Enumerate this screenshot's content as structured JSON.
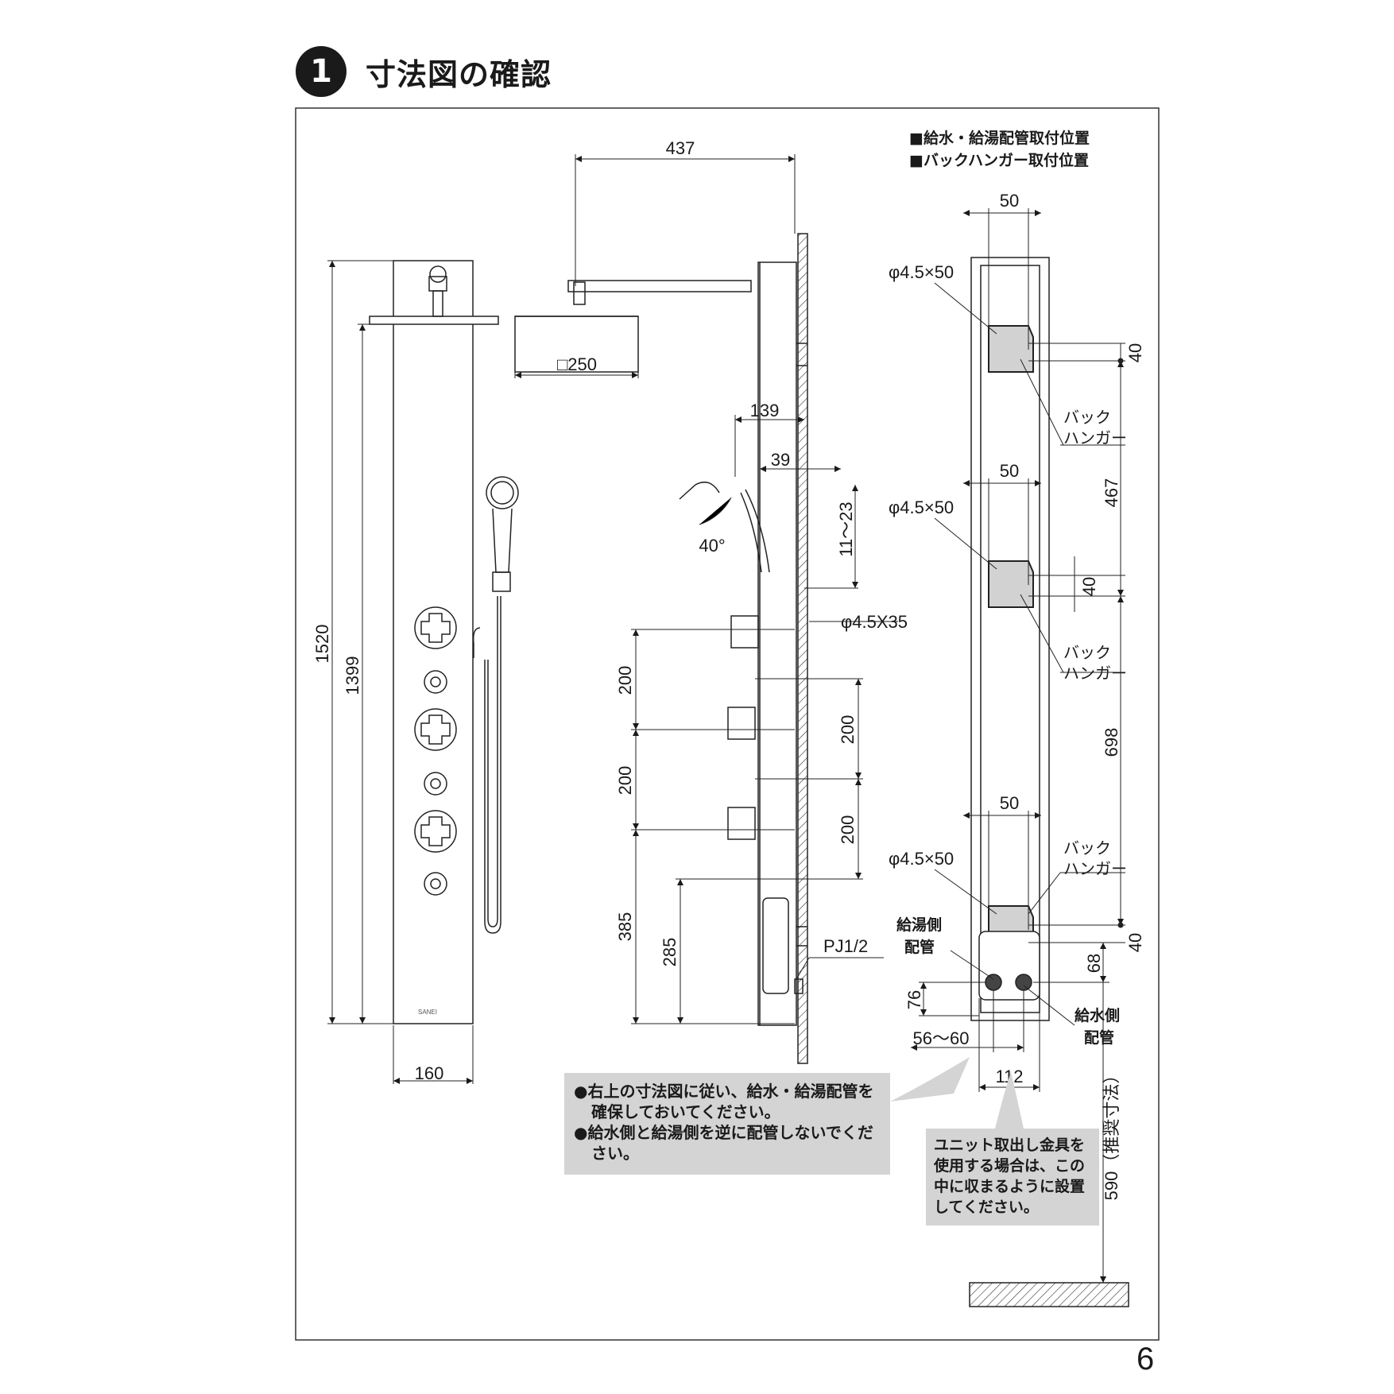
{
  "header": {
    "step_number": "1",
    "title": "寸法図の確認"
  },
  "legend": {
    "item1": "■給水・給湯配管取付位置",
    "item2": "■バックハンガー取付位置"
  },
  "front_view": {
    "height_total": "1520",
    "height_head": "1399",
    "width": "160",
    "brand": "SANEI"
  },
  "side_view": {
    "arm_length": "437",
    "head_size": "□250",
    "offset_139": "139",
    "offset_39": "39",
    "angle": "40°",
    "range": "11～23",
    "screw": "φ4.5X35",
    "spacing_left_1": "200",
    "spacing_left_2": "200",
    "bottom_385": "385",
    "bottom_285": "285",
    "spacing_right_1": "200",
    "spacing_right_2": "200",
    "pipe": "PJ1/2"
  },
  "mount_view": {
    "width_50_a": "50",
    "width_50_b": "50",
    "width_50_c": "50",
    "screw_a": "φ4.5×50",
    "screw_b": "φ4.5×50",
    "screw_c": "φ4.5×50",
    "hanger_height_a": "40",
    "hanger_height_b": "40",
    "hanger_height_c": "40",
    "gap_467": "467",
    "gap_698": "698",
    "hanger_label_a1": "バック",
    "hanger_label_a2": "ハンガー",
    "hanger_label_b1": "バック",
    "hanger_label_b2": "ハンガー",
    "hanger_label_c1": "バック",
    "hanger_label_c2": "ハンガー",
    "hot_side_1": "給湯側",
    "hot_side_2": "配管",
    "cold_side_1": "給水側",
    "cold_side_2": "配管",
    "dim_68": "68",
    "dim_76": "76",
    "dim_56_60": "56～60",
    "dim_112": "112",
    "dim_590": "590（推奨寸法）"
  },
  "notes": {
    "note1_line1": "●右上の寸法図に従い、給水・給湯配管を確保しておいてください。",
    "note1_line2": "●給水側と給湯側を逆に配管しないでください。",
    "note2": "ユニット取出し金具を使用する場合は、この中に収まるように設置してください。"
  },
  "page_number": "6"
}
